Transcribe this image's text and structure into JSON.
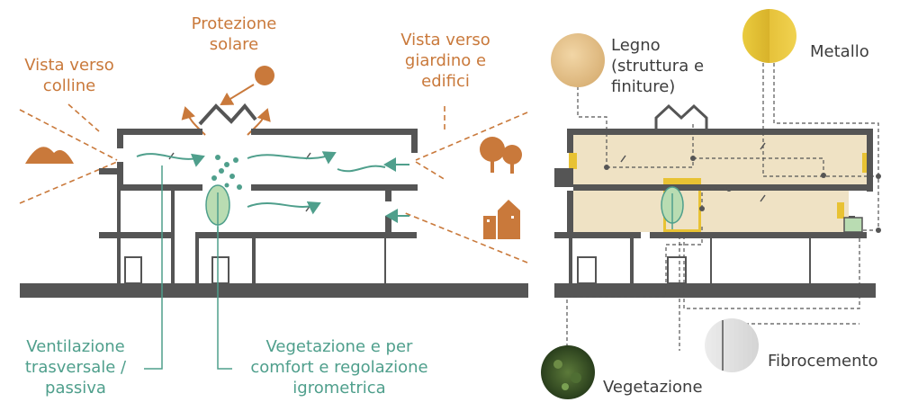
{
  "left_diagram": {
    "sun_label": "Protezione\nsolare",
    "hills_label": "Vista verso\ncolline",
    "garden_label": "Vista verso\ngiardino e\nedifici",
    "ventilation_label": "Ventilazione\ntrasversale /\npassiva",
    "vegetation_label": "Vegetazione e per\ncomfort e regolazione\nigrometrica"
  },
  "right_diagram": {
    "wood_label": "Legno\n(struttura e\nfiniture)",
    "metal_label": "Metallo",
    "fibercement_label": "Fibrocemento",
    "vegetation_label": "Vegetazione"
  },
  "colors": {
    "orange": "#c9793b",
    "green": "#4f9f8c",
    "wall": "#555555",
    "wood": "#efe2c4",
    "metal": "#e8c233"
  }
}
